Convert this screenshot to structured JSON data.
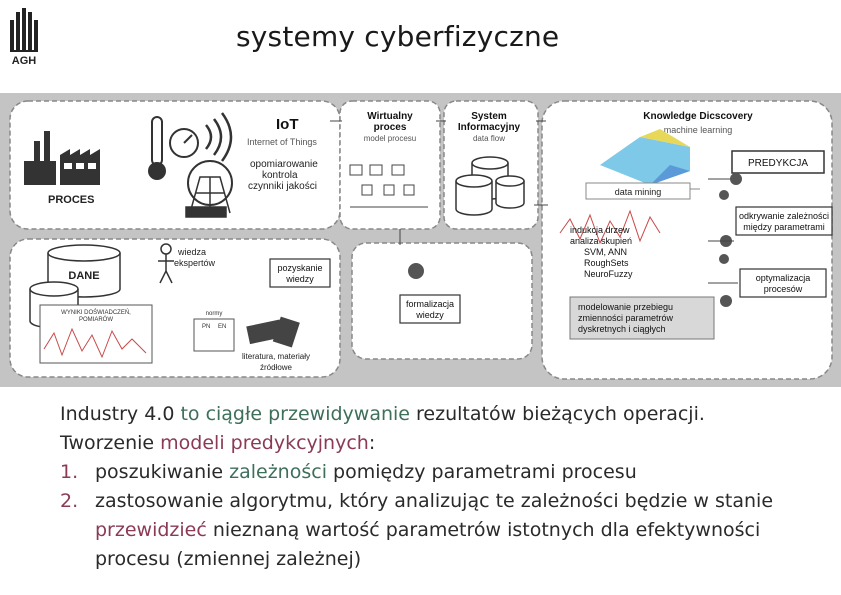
{
  "header": {
    "logo_text": "AGH",
    "title": "systemy cyberfizyczne"
  },
  "diagram": {
    "proces": "PROCES",
    "iot": "IoT",
    "iot_sub": "Internet of Things",
    "opomiarowanie": [
      "opomiarowanie",
      "kontrola",
      "czynniki jakości"
    ],
    "virtual_title": [
      "Wirtualny",
      "proces"
    ],
    "virtual_sub": "model procesu",
    "sys_title": [
      "System",
      "Informacyjny"
    ],
    "sys_sub": "data flow",
    "kd_title": "Knowledge Dicscovery",
    "kd_sub": "machine learning",
    "predykcja": "PREDYKCJA",
    "data_mining": "data mining",
    "odkrywanie": [
      "odkrywanie zależności",
      "między parametrami"
    ],
    "indukcja": [
      "indukcja drzew",
      "analiza skupień",
      "SVM, ANN",
      "RoughSets",
      "NeuroFuzzy"
    ],
    "optymalizacja": [
      "optymalizacja",
      "procesów"
    ],
    "modelowanie": [
      "modelowanie przebiegu",
      "zmienności parametrów",
      "dyskretnych i ciągłych"
    ],
    "dane": "DANE",
    "wyniki": [
      "WYNIKI DOŚWIADCZEŃ,",
      "POMIARÓW"
    ],
    "wiedza_ekspertow": [
      "wiedza",
      "ekspertów"
    ],
    "pozyskanie": [
      "pozyskanie",
      "wiedzy"
    ],
    "formalizacja": [
      "formalizacja",
      "wiedzy"
    ],
    "normy": "normy",
    "pn": "PN",
    "en": "EN",
    "literatura": [
      "literatura, materiały",
      "źródłowe"
    ]
  },
  "body": {
    "line1": {
      "a": "Industry 4.0 ",
      "b": "to ciągłe przewidywanie",
      "c": " rezultatów bieżących operacji."
    },
    "line2": {
      "a": "Tworzenie ",
      "b": "modeli predykcyjnych",
      "c": ":"
    },
    "item1": {
      "num": "1.",
      "a": "poszukiwanie ",
      "b": "zależności",
      "c": " pomiędzy parametrami procesu"
    },
    "item2": {
      "num": "2.",
      "line1": "zastosowanie algorytmu, który analizując te zależności będzie w stanie",
      "line2a": "przewidzieć",
      "line2b": " nieznaną wartość parametrów istotnych dla efektywności",
      "line3": "procesu (zmiennej zależnej)"
    }
  },
  "colors": {
    "green_text": "#3e6f5a",
    "maroon_text": "#8a3a55",
    "diagram_bg": "#c4c4c4",
    "panel_bg": "#ffffff"
  }
}
